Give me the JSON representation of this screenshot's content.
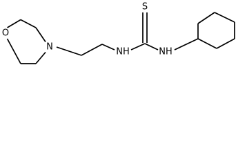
{
  "structure": {
    "atoms": [
      {
        "id": "O_morpholine",
        "label": "O"
      },
      {
        "id": "N_morpholine",
        "label": "N"
      },
      {
        "id": "NH_left",
        "label": "NH"
      },
      {
        "id": "S_thio",
        "label": "S"
      },
      {
        "id": "NH_right",
        "label": "NH"
      }
    ],
    "colors": {
      "bond": "#000000",
      "label": "#000000",
      "background": "#ffffff"
    }
  }
}
